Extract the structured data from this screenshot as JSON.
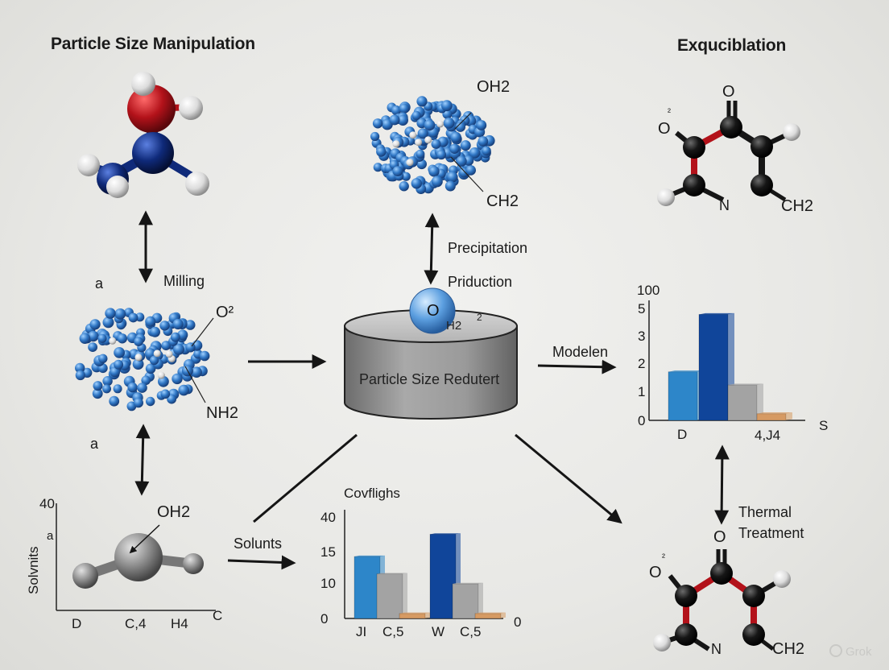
{
  "titles": {
    "left": "Particle Size Manipulation",
    "right": "Exquciblation"
  },
  "process_labels": {
    "milling": "Milling",
    "precipitation": "Precipitation",
    "production": "Priduction",
    "modelen": "Modelen",
    "solunts": "Solunts",
    "thermal_treatment_line1": "Thermal",
    "thermal_treatment_line2": "Treatment"
  },
  "vessel": {
    "label": "Particle Size Redutert",
    "bead_o": "O",
    "bead_h2": "H2",
    "bead_h2_sup": "2"
  },
  "molecule_labels": {
    "cluster_top": {
      "oh2": "OH2",
      "ch2": "CH2"
    },
    "cluster_left": {
      "o2": "O²",
      "nh2": "NH2"
    },
    "ring_top": {
      "o_top": "O",
      "o_left": "O",
      "small_mark": "²",
      "n": "N",
      "ch2": "CH2"
    },
    "ring_bottom": {
      "o_top": "O",
      "o_left": "O",
      "small_mark": "²",
      "n": "N",
      "ch2": "CH2"
    },
    "ball_bottom_left": {
      "oh2": "OH2"
    },
    "stray_a1": "a",
    "stray_a2": "a"
  },
  "colors": {
    "arrow": "#151515",
    "atom_red": "#b3121a",
    "atom_navy": "#0f2a7a",
    "atom_white": "#e6e6e6",
    "atom_black": "#161616",
    "atom_blue": "#2f76c4",
    "atom_gray": "#8c8c8c",
    "bar_blue": "#2d86c9",
    "bar_navy": "#10459a",
    "bar_gray": "#a3a3a3",
    "bar_orange": "#d69a63"
  },
  "chart_data": [
    {
      "type": "bar",
      "title": "",
      "y_ticks": [
        "100",
        "5",
        "3",
        "2",
        "1",
        "0"
      ],
      "x_tick_labels": [
        "D",
        "4,J4",
        "S"
      ],
      "values": [
        2.2,
        4.8,
        1.6,
        0.3
      ],
      "bar_colors": [
        "#2d86c9",
        "#10459a",
        "#a3a3a3",
        "#d69a63"
      ],
      "ylim": [
        0,
        5
      ],
      "grid": false
    },
    {
      "type": "bar",
      "title": "Covflighs",
      "y_ticks": [
        "40",
        "15",
        "10",
        "0"
      ],
      "x_tick_labels": [
        "JI",
        "C,5",
        "W",
        "C,5",
        "0"
      ],
      "values": [
        12.5,
        9,
        1,
        17,
        7,
        1
      ],
      "bar_colors": [
        "#2d86c9",
        "#a3a3a3",
        "#d69a63",
        "#10459a",
        "#a3a3a3",
        "#d69a63"
      ],
      "ylim": [
        0,
        20
      ],
      "grid": false
    },
    {
      "type": "scatter",
      "title": "",
      "ylabel": "Solvnits",
      "y_ticks": [
        "40",
        "a"
      ],
      "x_tick_labels": [
        "D",
        "C,4",
        "H4",
        "C"
      ],
      "grid": false
    }
  ],
  "watermark": "Grok"
}
